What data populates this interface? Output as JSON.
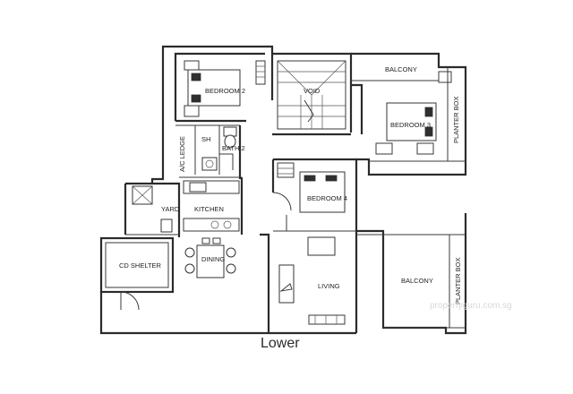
{
  "rooms": {
    "bedroom2": "BEDROOM 2",
    "void": "VOID",
    "balcony_top": "BALCONY",
    "bedroom3": "BEDROOM 3",
    "planter_box_top": "PLANTER BOX",
    "sh": "SH",
    "bath2": "BATH 2",
    "ac_ledge": "A/C LEDGE",
    "bedroom4": "BEDROOM 4",
    "yard": "YARD",
    "kitchen": "KITCHEN",
    "cd_shelter": "CD SHELTER",
    "dining": "DINING",
    "living": "LIVING",
    "balcony_bottom": "BALCONY",
    "planter_box_bottom": "PLANTER BOX"
  },
  "caption": "Lower",
  "watermark": "propertyguru.com.sg"
}
